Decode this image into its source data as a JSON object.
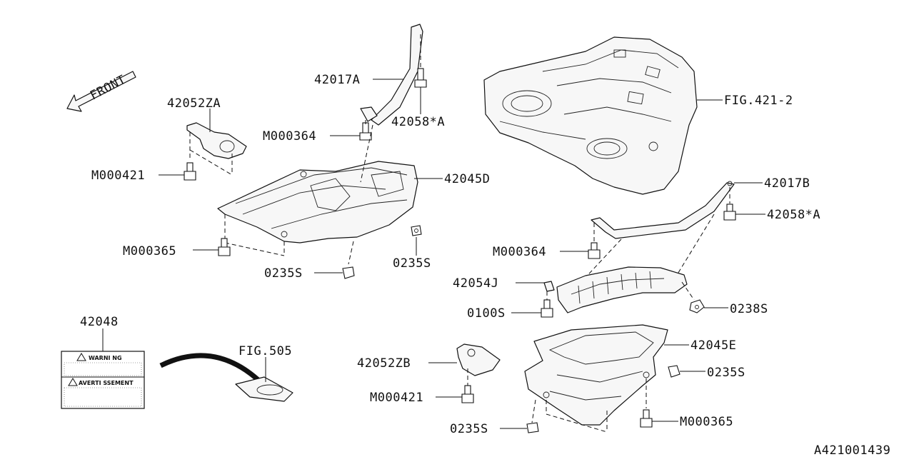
{
  "front_label": "FRONT",
  "diagram_id": "A421001439",
  "labels": {
    "p42017A": "42017A",
    "p42058A_top": "42058*A",
    "pM000364_top": "M000364",
    "p42052ZA": "42052ZA",
    "pM000421_top": "M000421",
    "p42045D": "42045D",
    "pM000365_left": "M000365",
    "p0235S_a": "0235S",
    "p0235S_b": "0235S",
    "fig421": "FIG.421-2",
    "p42017B": "42017B",
    "p42058A_right": "42058*A",
    "pM000364_right": "M000364",
    "p42054J": "42054J",
    "p0100S": "0100S",
    "p0238S": "0238S",
    "p42045E": "42045E",
    "p0235S_c": "0235S",
    "p42052ZB": "42052ZB",
    "pM000421_bot": "M000421",
    "p0235S_d": "0235S",
    "pM000365_right": "M000365",
    "p42048": "42048",
    "fig505": "FIG.505"
  },
  "warning_label": {
    "line1": "WARNI NG",
    "line2": "AVERTI SSEMENT"
  }
}
